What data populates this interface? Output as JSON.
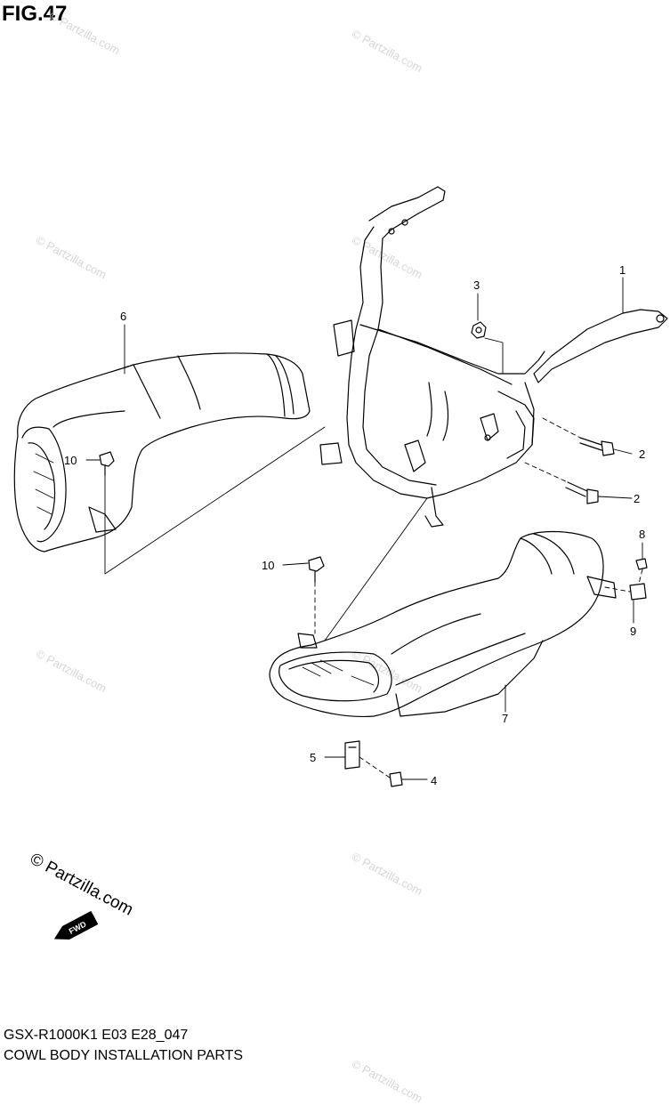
{
  "figure": {
    "title": "FIG.47",
    "model_code": "GSX-R1000K1 E03 E28_047",
    "caption": "COWL BODY INSTALLATION PARTS"
  },
  "watermark": {
    "text": "© Partzilla.com",
    "prominent_text": "© Partzilla.com"
  },
  "direction_badge": {
    "label": "FWD",
    "icon": "forward-arrow-icon"
  },
  "callouts": [
    {
      "id": "1",
      "label": "1"
    },
    {
      "id": "2a",
      "label": "2"
    },
    {
      "id": "2b",
      "label": "2"
    },
    {
      "id": "3",
      "label": "3"
    },
    {
      "id": "4",
      "label": "4"
    },
    {
      "id": "5",
      "label": "5"
    },
    {
      "id": "6",
      "label": "6"
    },
    {
      "id": "7",
      "label": "7"
    },
    {
      "id": "8",
      "label": "8"
    },
    {
      "id": "9",
      "label": "9"
    },
    {
      "id": "10a",
      "label": "10"
    },
    {
      "id": "10b",
      "label": "10"
    }
  ]
}
